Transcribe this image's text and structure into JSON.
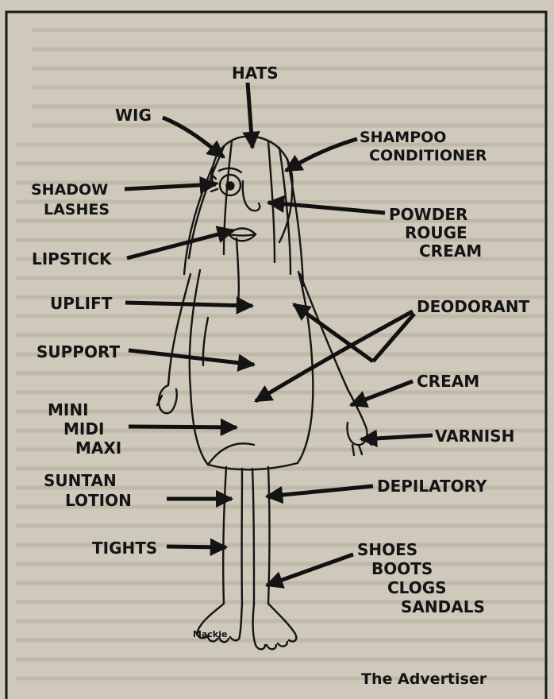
{
  "labels": {
    "hats": "HATS",
    "wig": "WIG",
    "shampoo": "SHAMPOO",
    "conditioner": "CONDITIONER",
    "shadow": "SHADOW",
    "lashes": "LASHES",
    "powder": "POWDER",
    "rouge": "ROUGE",
    "cream_face": "CREAM",
    "lipstick": "LIPSTICK",
    "uplift": "UPLIFT",
    "deodorant": "DEODORANT",
    "support": "SUPPORT",
    "cream_hands": "CREAM",
    "mini": "MINI",
    "midi": "MIDI",
    "maxi": "MAXI",
    "varnish": "VARNISH",
    "suntan": "SUNTAN",
    "lotion": "LOTION",
    "depilatory": "DEPILATORY",
    "tights": "TIGHTS",
    "shoes": "SHOES",
    "boots": "BOOTS",
    "clogs": "CLOGS",
    "sandals": "SANDALS"
  },
  "signature": "Mackie",
  "credit": "The Advertiser"
}
